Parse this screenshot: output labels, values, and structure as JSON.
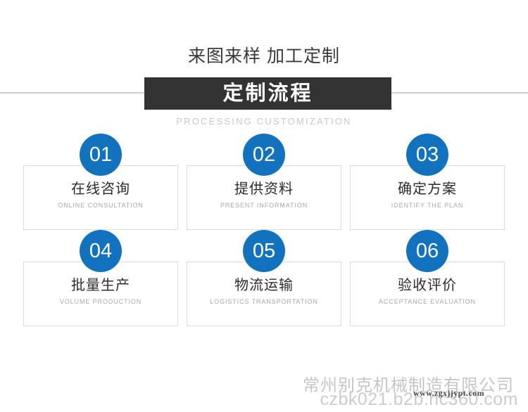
{
  "header": {
    "tagline": "来图来样 加工定制",
    "banner_title": "定制流程",
    "subtitle": "PROCESSING CUSTOMIZATION"
  },
  "colors": {
    "badge_blue": "#1372bd",
    "banner_dark": "#333333",
    "rule_gray": "#cfcfcf",
    "card_border": "#dcdcdc",
    "subtitle_gray": "#c9c9c9"
  },
  "steps": [
    {
      "number": "01",
      "title": "在线咨询",
      "subtitle": "ONLINE CONSULTATION"
    },
    {
      "number": "02",
      "title": "提供资料",
      "subtitle": "PRESENT INFORMATION"
    },
    {
      "number": "03",
      "title": "确定方案",
      "subtitle": "IDENTIFY THE PLAN"
    },
    {
      "number": "04",
      "title": "批量生产",
      "subtitle": "VOLUME PRODUCTION"
    },
    {
      "number": "05",
      "title": "物流运输",
      "subtitle": "LOGISTICS TRANSPORTATION"
    },
    {
      "number": "06",
      "title": "验收评价",
      "subtitle": "ACCEPTANCE EVALUATION"
    }
  ],
  "watermarks": {
    "company": "常州别克机械制造有限公司",
    "domain_small": "www.zgxjjypt.com",
    "domain_big": "czbk021.b2b.hc360.com"
  }
}
